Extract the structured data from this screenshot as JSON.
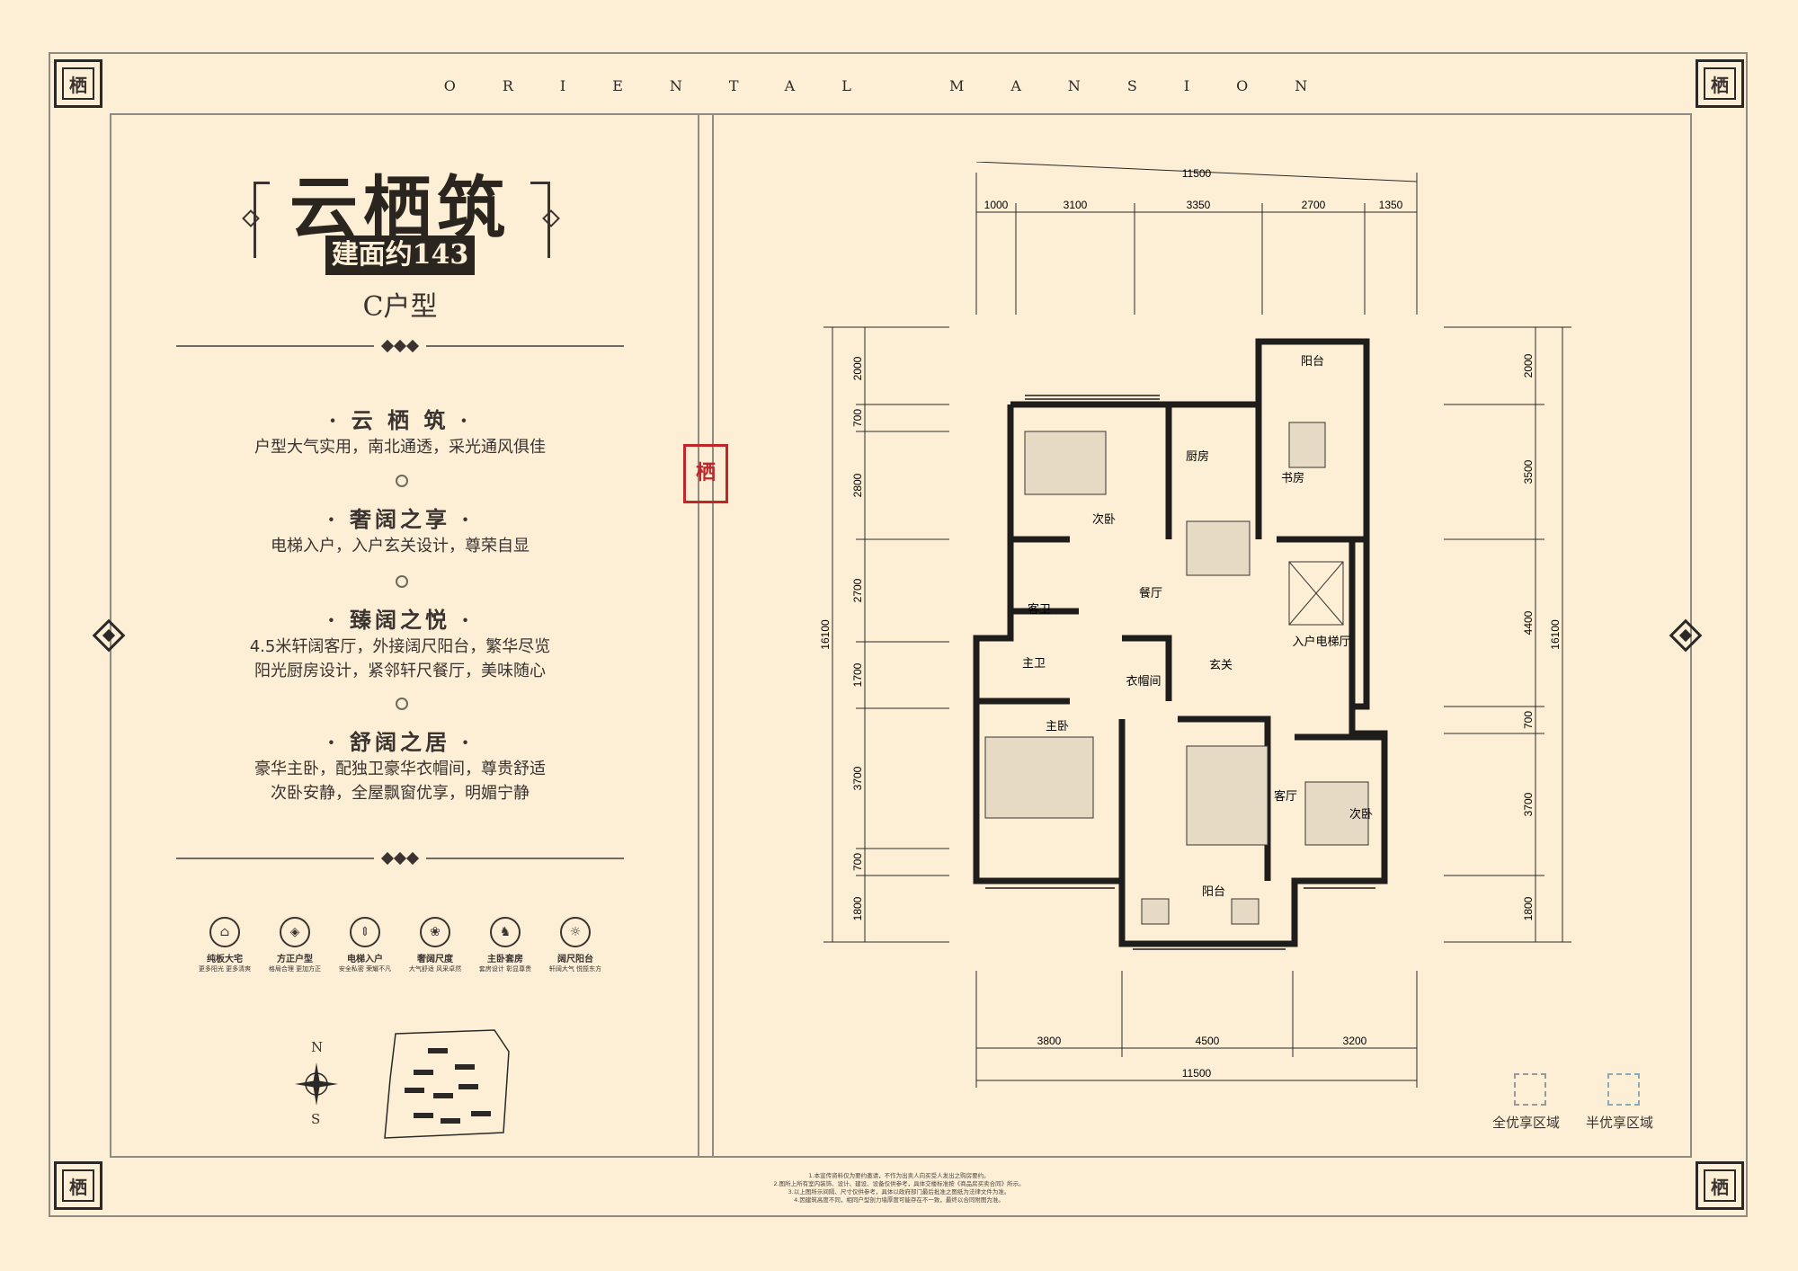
{
  "brand": "ORIENTAL MANSION",
  "corner_logo": "栖",
  "seal_text": "栖",
  "title": "云栖筑",
  "area": "建面约143㎡",
  "unit_type": "C户型",
  "sections": [
    {
      "heading": "· 云 栖 筑 ·",
      "lines": [
        "户型大气实用，南北通透，采光通风俱佳"
      ]
    },
    {
      "heading": "· 奢阔之享 ·",
      "lines": [
        "电梯入户，入户玄关设计，尊荣自显"
      ]
    },
    {
      "heading": "· 臻阔之悦 ·",
      "lines": [
        "4.5米轩阔客厅，外接阔尺阳台，繁华尽览",
        "阳光厨房设计，紧邻轩尺餐厅，美味随心"
      ]
    },
    {
      "heading": "· 舒阔之居 ·",
      "lines": [
        "豪华主卧，配独卫豪华衣帽间，尊贵舒适",
        "次卧安静，全屋飘窗优享，明媚宁静"
      ]
    }
  ],
  "features": [
    {
      "icon": "house-icon",
      "title": "纯板大宅",
      "sub": "更多阳光 更多清爽"
    },
    {
      "icon": "grid-icon",
      "title": "方正户型",
      "sub": "格局合理 更加方正"
    },
    {
      "icon": "elevator-icon",
      "title": "电梯入户",
      "sub": "安全私密 荣耀不凡"
    },
    {
      "icon": "lotus-icon",
      "title": "奢阔尺度",
      "sub": "大气舒适 风采卓然"
    },
    {
      "icon": "horse-icon",
      "title": "主卧套房",
      "sub": "套房设计 彰显尊贵"
    },
    {
      "icon": "sun-icon",
      "title": "阔尺阳台",
      "sub": "轩阔大气 悦揽东方"
    }
  ],
  "compass": {
    "north": "N",
    "south": "S"
  },
  "plan": {
    "dims_top_total": "11500",
    "dims_top": [
      "1000",
      "3100",
      "3350",
      "2700",
      "1350"
    ],
    "dims_bottom": [
      "3800",
      "4500",
      "3200"
    ],
    "dims_bottom_total": "11500",
    "dims_left": [
      "2000",
      "700",
      "2800",
      "2700",
      "1700",
      "3700",
      "700",
      "1800"
    ],
    "dims_left_total": "16100",
    "dims_right": [
      "2000",
      "3500",
      "4400",
      "700",
      "3700",
      "1800"
    ],
    "dims_right_total": "16100",
    "rooms": {
      "balcony_top": "阳台",
      "bedroom2": "次卧",
      "kitchen": "厨房",
      "study": "书房",
      "dining": "餐厅",
      "guest_bath": "客卫",
      "elevator_hall": "入户电梯厅",
      "master_bath": "主卫",
      "closet": "衣帽间",
      "foyer": "玄关",
      "master_bedroom": "主卧",
      "living": "客厅",
      "bedroom3": "次卧",
      "balcony_bottom": "阳台"
    }
  },
  "legend": [
    {
      "label": "全优享区域",
      "color": "#999999"
    },
    {
      "label": "半优享区域",
      "color": "#88aabb"
    }
  ],
  "disclaimer": [
    "1.本宣传资料仅为要约邀请，不作为出卖人向买受人发出之购房要约。",
    "2.图所上所有室内装饰、设计、建设、设备仅供参考，具体交楼标准按《商品房买卖合同》所示。",
    "3.以上图所示间隔、尺寸仅供参考，具体以政府部门最后批准之图纸为法律文件为准。",
    "4.因建筑高度不同，相同户型剖力墙厚度可能存在不一致，最终以合同附图为准。"
  ]
}
